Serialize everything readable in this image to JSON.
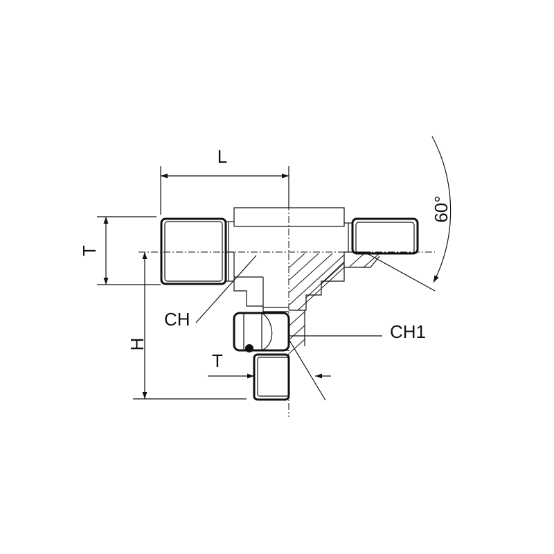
{
  "labels": {
    "length": "L",
    "thread_left": "T",
    "height": "H",
    "thread_bottom": "T",
    "wrench_size": "CH",
    "wrench_size_1": "CH1",
    "angle": "60°"
  }
}
